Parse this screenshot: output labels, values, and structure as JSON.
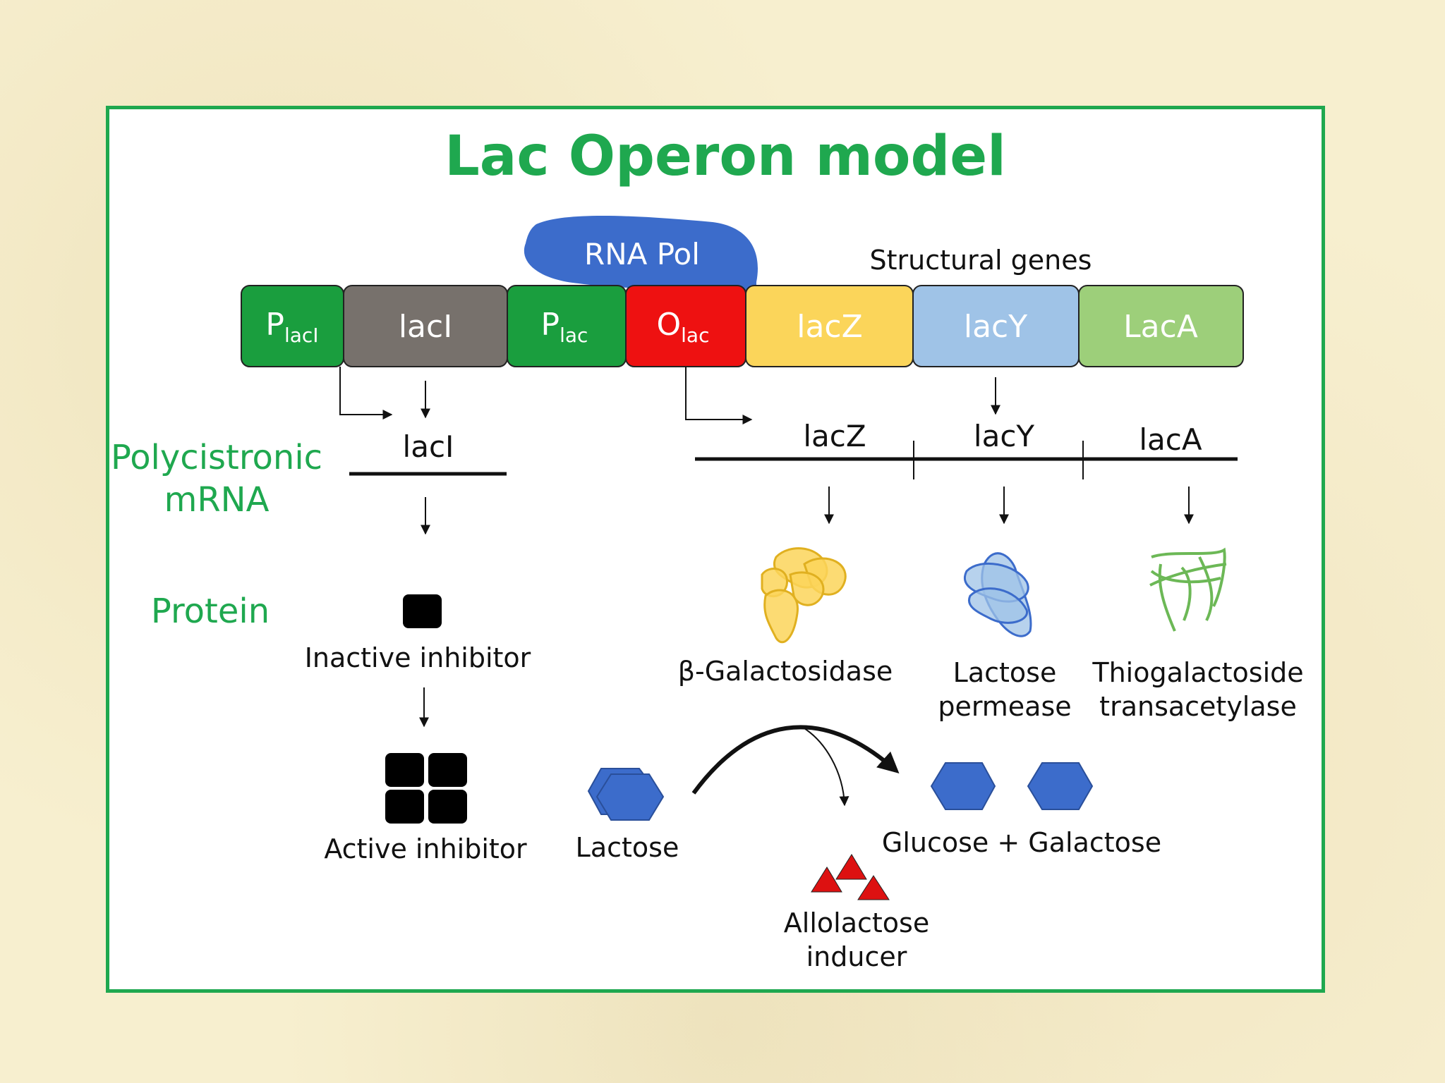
{
  "title": "Lac Operon model",
  "rna_pol": "RNA Pol",
  "structural_genes": "Structural genes",
  "genes": {
    "placi_main": "P",
    "placi_sub": "lacI",
    "laci": "lacI",
    "plac_main": "P",
    "plac_sub": "lac",
    "olac_main": "O",
    "olac_sub": "lac",
    "lacz": "lacZ",
    "lacy": "lacY",
    "laca": "LacA"
  },
  "row_labels": {
    "polycistronic_line1": "Polycistronic",
    "polycistronic_line2": "mRNA",
    "protein": "Protein"
  },
  "mrna": {
    "laci": "lacI",
    "lacz": "lacZ",
    "lacy": "lacY",
    "laca": "lacA"
  },
  "proteins": {
    "inactive_inhibitor": "Inactive inhibitor",
    "active_inhibitor": "Active inhibitor",
    "beta_gal": "β-Galactosidase",
    "permease_line1": "Lactose",
    "permease_line2": "permease",
    "transacetylase_line1": "Thiogalactoside",
    "transacetylase_line2": "transacetylase"
  },
  "molecules": {
    "lactose": "Lactose",
    "glucose_galactose": "Glucose + Galactose",
    "allolactose_line1": "Allolactose",
    "allolactose_line2": "inducer"
  },
  "colors": {
    "frame": "#1fa84f",
    "title": "#1fa84f",
    "promoter": "#1a9e3e",
    "laci_gene": "#77716c",
    "operator": "#ee1111",
    "lacz_gene": "#fbd55a",
    "lacy_gene": "#9fc3e7",
    "laca_gene": "#9dcf7a",
    "rna_pol": "#3c6ccb",
    "sugar": "#3c6ccb",
    "inducer": "#dd1111"
  }
}
